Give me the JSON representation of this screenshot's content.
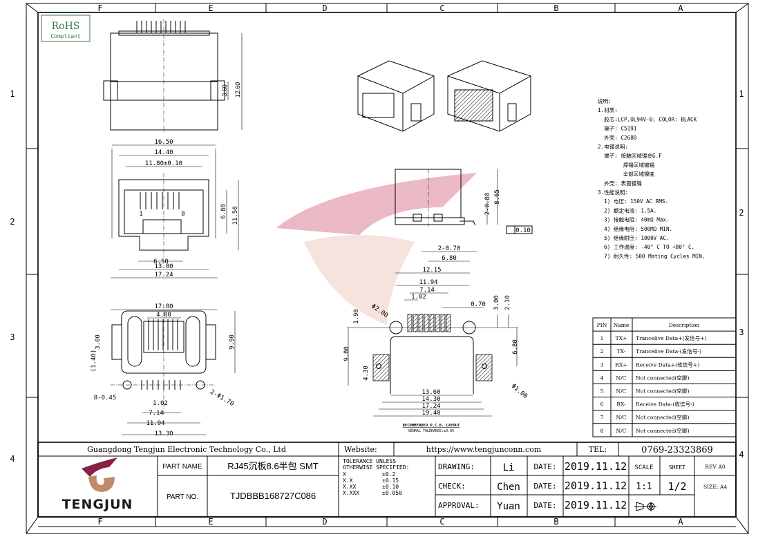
{
  "zones": {
    "columns": [
      "F",
      "E",
      "D",
      "C",
      "B",
      "A"
    ],
    "rows": [
      "1",
      "2",
      "3",
      "4"
    ]
  },
  "rohs": {
    "title": "RoHS",
    "subtitle": "Compliant"
  },
  "watermark": {
    "color": "#e8a0a8"
  },
  "dims": {
    "top": [
      "12.60",
      "3.60"
    ],
    "front": [
      "16.50",
      "14.40",
      "11.80±0.10",
      "6.80",
      "11.50",
      "6.50",
      "13.80",
      "17.24",
      "1",
      "8"
    ],
    "bottom": [
      "17.80",
      "4.00",
      "3.00",
      "(1.40)",
      "9.90",
      "8-0.45",
      "1.02",
      "7.14",
      "11.94",
      "13.30",
      "2-Φ1.70"
    ],
    "side": [
      "2-0.80",
      "8.65",
      "0.10",
      "2-0.70",
      "6.80",
      "12.15"
    ],
    "pcb": [
      "11.94",
      "7.14",
      "1.02",
      "0.70",
      "3.00",
      "2.10",
      "Φ2.00",
      "1.90",
      "9.80",
      "6.80",
      "4.30",
      "13.60",
      "14.30",
      "17.24",
      "19.40",
      "Φ1.00",
      "RECOMMENDED  P.C.B. LAYOUT",
      "GENRAL TOLERANCE:±0.05"
    ]
  },
  "notes": [
    "说明:",
    "1.材质:",
    "  胶芯:LCP,UL94V-0; COLOR: BLACK",
    "  端子: C5191",
    "  外壳: C2680",
    "2.电镀说明:",
    "  端子: 接触区域镀金G.F",
    "        焊锡区域镀锡",
    "        全部区域镍底",
    "  外壳: 表面镀镍",
    "3.性能说明:",
    "  1) 电压: 150V AC RMS.",
    "  2) 额定电流: 1.5A.",
    "  3) 接触电阻: 40mΩ Max.",
    "  4) 绝缘电阻: 500MΩ MIN.",
    "  5) 绝缘耐压: 1000V AC.",
    "  6) 工作温度: -40° C TO +80° C.",
    "  7) 耐久性: 500 Mating Cycles MIN."
  ],
  "pin_table": {
    "headers": [
      "PIN",
      "Name",
      "Description"
    ],
    "rows": [
      [
        "1",
        "TX+",
        "Trancelive Data+(发信号+)"
      ],
      [
        "2",
        "TX-",
        "Trancelive Data-(发信号-)"
      ],
      [
        "3",
        "RX+",
        "Receive Data+(收信号+)"
      ],
      [
        "4",
        "N/C",
        "Not connected(空脚)"
      ],
      [
        "5",
        "N/C",
        "Not connected(空脚)"
      ],
      [
        "6",
        "RX-",
        "Receive Data-(收信号-)"
      ],
      [
        "7",
        "N/C",
        "Not connected(空脚)"
      ],
      [
        "8",
        "N/C",
        "Not connected(空脚)"
      ]
    ]
  },
  "title_block": {
    "company": "Guangdong Tengjun Electronic Technology Co., Ltd",
    "website_label": "Website:",
    "website": "https://www.tengjunconn.com",
    "tel_label": "TEL:",
    "tel": "0769-23323869",
    "logo_text": "TENGJUN",
    "logo_colors": {
      "swoosh": "#8a1f4a",
      "base": "#c08a6a",
      "text": "#1a1a1a"
    },
    "part_name_label": "PART NAME",
    "part_name": "RJ45沉板8.6半包  SMT",
    "part_no_label": "PART NO.",
    "part_no": "TJDBBB168727C086",
    "tolerance_title": [
      "TOLERANCE UNLESS",
      "OTHERWISE SPECIFIED:"
    ],
    "tolerances": [
      [
        "X",
        "±0.2"
      ],
      [
        "X.X",
        "±0.15"
      ],
      [
        "X.XX",
        "±0.10"
      ],
      [
        "X.XXX",
        "±0.050"
      ]
    ],
    "drawing_label": "DRAWING:",
    "drawing": "Li",
    "check_label": "CHECK:",
    "check": "Chen",
    "approval_label": "APPROVAL:",
    "approval": "Yuan",
    "date_label": "DATE:",
    "dates": [
      "2019.11.12",
      "2019.11.12",
      "2019.11.12"
    ],
    "scale_label": "SCALE",
    "scale": "1:1",
    "sheet_label": "SHEET",
    "sheet": "1/2",
    "rev": "REV A0",
    "size": "SIZE: A4",
    "projection_icon": "first-angle-projection-icon"
  }
}
